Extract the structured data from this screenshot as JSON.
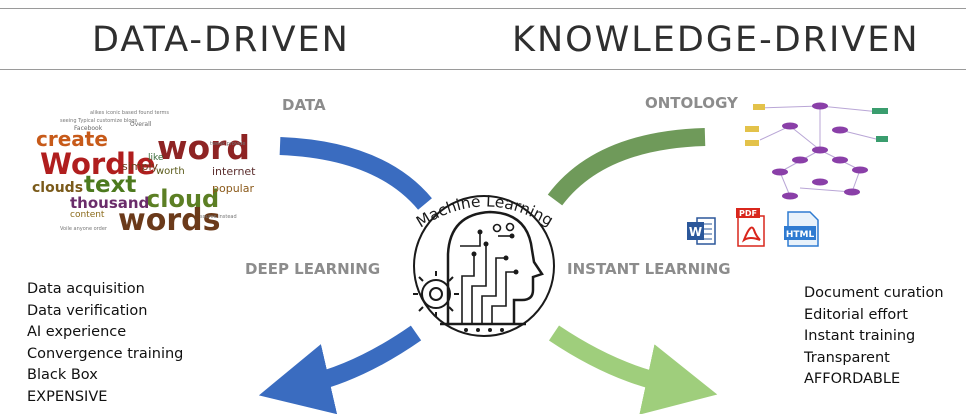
{
  "headings": {
    "left": "DATA-DRIVEN",
    "right": "KNOWLEDGE-DRIVEN"
  },
  "labels": {
    "data": "DATA",
    "ontology": "ONTOLOGY",
    "deep_learning": "DEEP LEARNING",
    "instant_learning": "INSTANT LEARNING",
    "center": "Machine Learning"
  },
  "left_list": [
    "Data acquisition",
    "Data verification",
    "AI experience",
    "Convergence training",
    "Black Box",
    "EXPENSIVE"
  ],
  "right_list": [
    "Document curation",
    "Editorial effort",
    "Instant training",
    "Transparent",
    "AFFORDABLE"
  ],
  "word_cloud": {
    "big": [
      "Wordle",
      "word",
      "words",
      "text",
      "cloud",
      "create",
      "clouds",
      "thousand"
    ],
    "medium": [
      "internet",
      "popular",
      "simply",
      "worth",
      "like",
      "content",
      "Facebook",
      "Overall"
    ]
  },
  "doc_icons": {
    "word": "W",
    "pdf": "PDF",
    "html": "HTML"
  },
  "colors": {
    "left_arrows": "#3a6cc0",
    "right_upper_arrow": "#6f9a5a",
    "right_lower_arrow": "#9fce7c"
  }
}
